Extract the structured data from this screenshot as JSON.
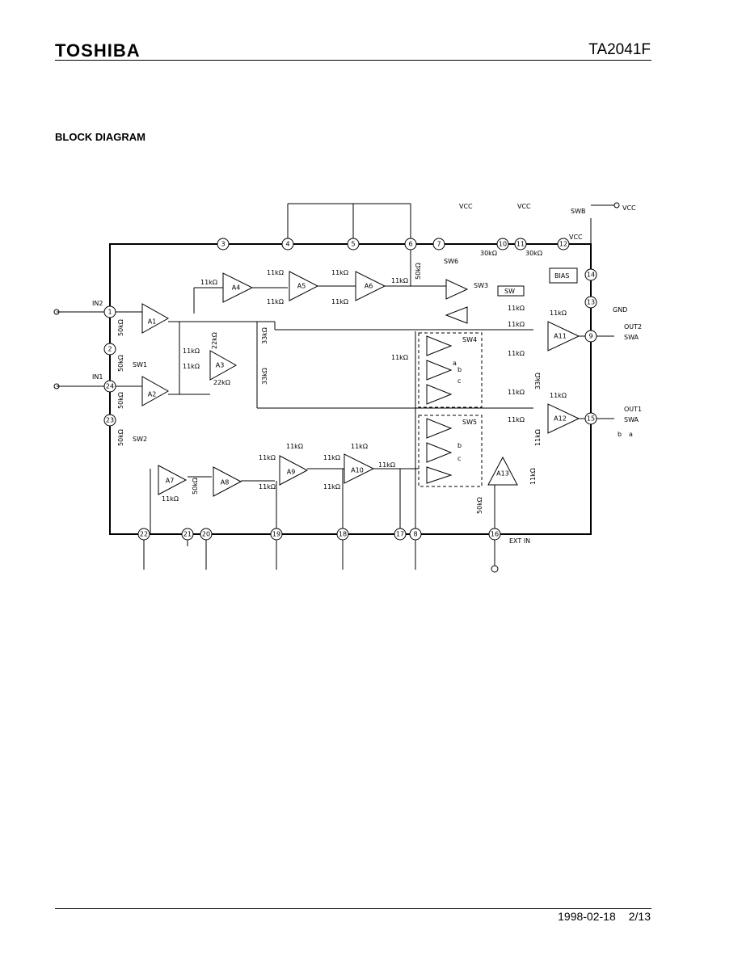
{
  "header": {
    "brand": "TOSHIBA",
    "part_number": "TA2041F"
  },
  "section_title": "BLOCK DIAGRAM",
  "diagram": {
    "pins": [
      "1",
      "2",
      "3",
      "4",
      "5",
      "6",
      "7",
      "8",
      "9",
      "10",
      "11",
      "12",
      "13",
      "14",
      "15",
      "16",
      "17",
      "18",
      "19",
      "20",
      "21",
      "22",
      "23",
      "24"
    ],
    "amplifiers": [
      "A1",
      "A2",
      "A3",
      "A4",
      "A5",
      "A6",
      "A7",
      "A8",
      "A9",
      "A10",
      "A11",
      "A12",
      "A13"
    ],
    "labels": {
      "in1": "IN1",
      "in2": "IN2",
      "out1": "OUT1",
      "out2": "OUT2",
      "gnd": "GND",
      "ext_in": "EXT IN",
      "vcc": "VCC",
      "bias": "BIAS",
      "sw": "SW",
      "sw1": "SW1",
      "sw2": "SW2",
      "sw3": "SW3",
      "sw4": "SW4",
      "sw5": "SW5",
      "sw6": "SW6",
      "swa": "SWA",
      "swb": "SWB",
      "r11k": "11kΩ",
      "r22k": "22kΩ",
      "r30k": "30kΩ",
      "r33k": "33kΩ",
      "r50k": "50kΩ",
      "a": "a",
      "b": "b",
      "c": "c"
    }
  },
  "footer": {
    "date": "1998-02-18",
    "page": "2/13"
  }
}
